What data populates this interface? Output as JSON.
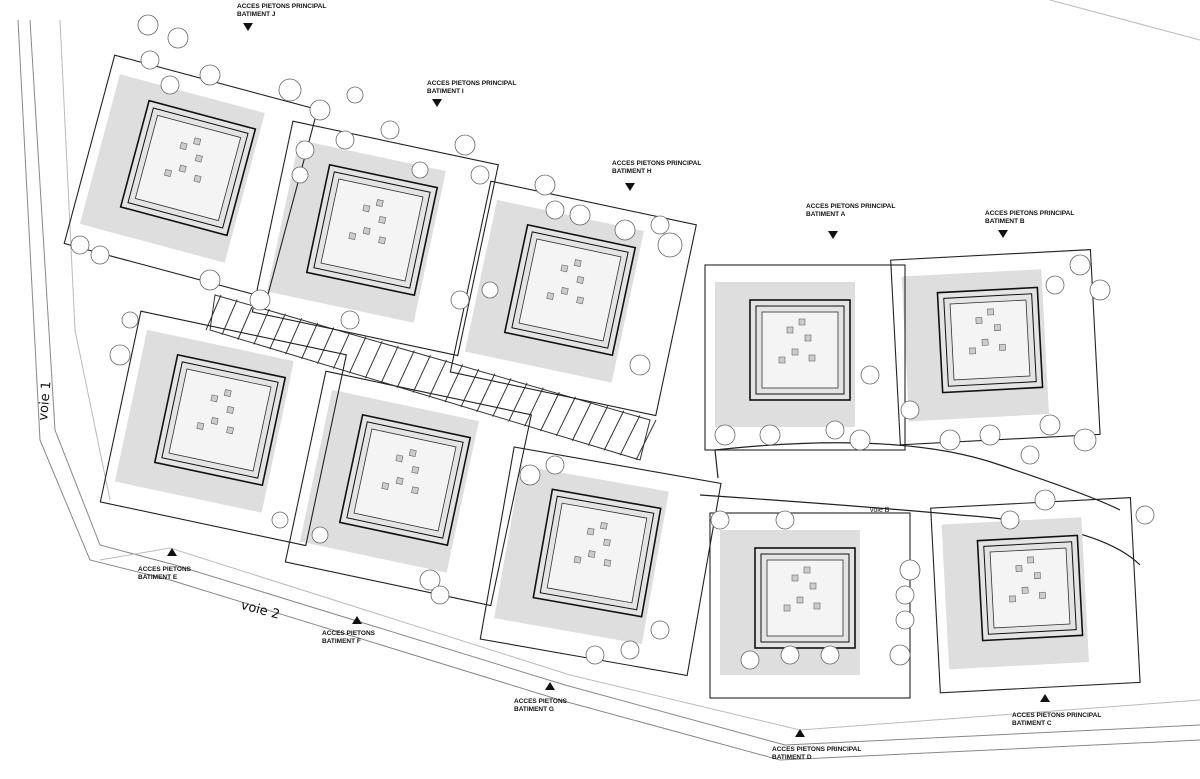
{
  "roads": {
    "voie1": "voie 1",
    "voie2": "voie 2",
    "voieB": "voie B"
  },
  "access": {
    "J": {
      "line1": "ACCES PIETONS PRINCIPAL",
      "line2": "BATIMENT J"
    },
    "I": {
      "line1": "ACCES PIETONS PRINCIPAL",
      "line2": "BATIMENT I"
    },
    "H": {
      "line1": "ACCES PIETONS PRINCIPAL",
      "line2": "BATIMENT H"
    },
    "A": {
      "line1": "ACCES PIETONS PRINCIPAL",
      "line2": "BATIMENT A"
    },
    "B": {
      "line1": "ACCES PIETONS PRINCIPAL",
      "line2": "BATIMENT B"
    },
    "E": {
      "line1": "ACCES PIETONS",
      "line2": "BATIMENT E"
    },
    "F": {
      "line1": "ACCES PIETONS",
      "line2": "BATIMENT F"
    },
    "G": {
      "line1": "ACCES PIETONS",
      "line2": "BATIMENT G"
    },
    "D": {
      "line1": "ACCES PIETONS PRINCIPAL",
      "line2": "BATIMENT D"
    },
    "C": {
      "line1": "ACCES PIETONS PRINCIPAL",
      "line2": "BATIMENT C"
    }
  }
}
